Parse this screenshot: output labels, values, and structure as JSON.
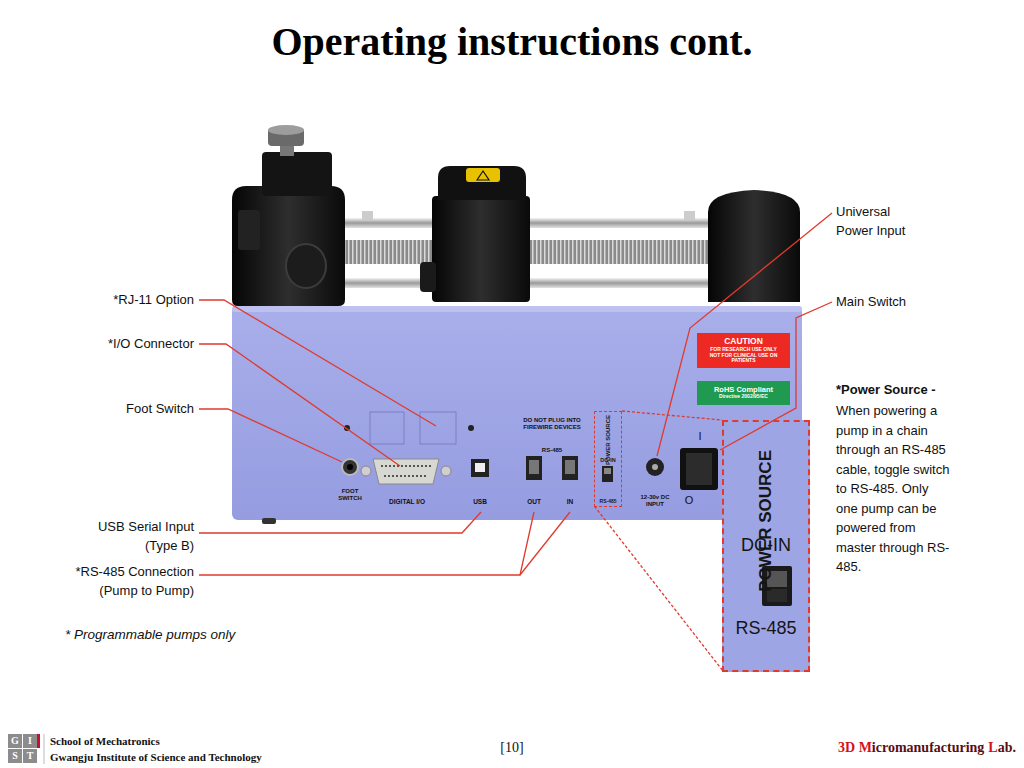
{
  "diagram": {
    "title": "Operating instructions cont.",
    "nodes": [
      {
        "text": [
          "CAUTION",
          "FOR RESEARCH USE ONLY",
          "NOT FOR CLINICAL USE ON PATIENTS"
        ]
      },
      {
        "text": [
          "RoHS Compliant",
          "Directive 2002/95/EC"
        ]
      },
      {
        "text": [
          "POWER SOURCE",
          "DC-IN",
          "RS-485"
        ]
      },
      {
        "text": [
          "POWER SOURCE",
          "DC-IN",
          "RS-485"
        ]
      }
    ],
    "edges": [
      {
        "from": 2,
        "to": 3,
        "arrow": "none"
      }
    ],
    "labels": [
      "*RJ-11 Option",
      "*I/O Connector",
      "Foot Switch",
      "USB Serial Input (Type B)",
      "*RS-485 Connection (Pump to Pump)",
      "* Programmable pumps only",
      "Universal Power Input",
      "Main Switch",
      "*Power Source -",
      "When powering a pump in a chain through an RS-485 cable, toggle switch to RS-485. Only one pump can be powered from master through RS-485.",
      "FOOT SWITCH",
      "DIGITAL I/O",
      "USB",
      "DO NOT PLUG INTO FIREWIRE DEVICES",
      "RS-485",
      "OUT",
      "IN",
      "12-30v DC INPUT",
      "I",
      "O",
      "G",
      "I",
      "S",
      "T",
      "School of Mechatronics",
      "Gwangju Institute of Science and Technology",
      "[10]",
      "3D M",
      "icromanufacturing",
      "L",
      "ab."
    ]
  }
}
